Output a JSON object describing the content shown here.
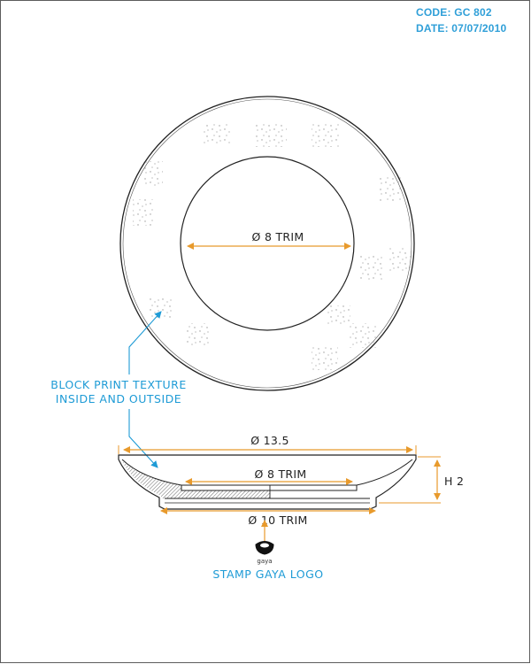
{
  "header": {
    "code": "CODE: GC 802",
    "date": "DATE: 07/07/2010"
  },
  "top_view": {
    "inner_dimension": "Ø 8 TRIM"
  },
  "texture_note": {
    "line1": "BLOCK PRINT TEXTURE",
    "line2": "INSIDE AND OUTSIDE"
  },
  "side_view": {
    "overall_dimension": "Ø 13.5",
    "inner_dimension": "Ø 8 TRIM",
    "base_dimension": "Ø 10 TRIM",
    "height_dimension": "H 2"
  },
  "stamp": {
    "logo_text": "gaya",
    "note": "STAMP GAYA LOGO"
  },
  "colors": {
    "dimension_line": "#e89a2c",
    "note": "#1e9bd6",
    "outline": "#222222"
  }
}
